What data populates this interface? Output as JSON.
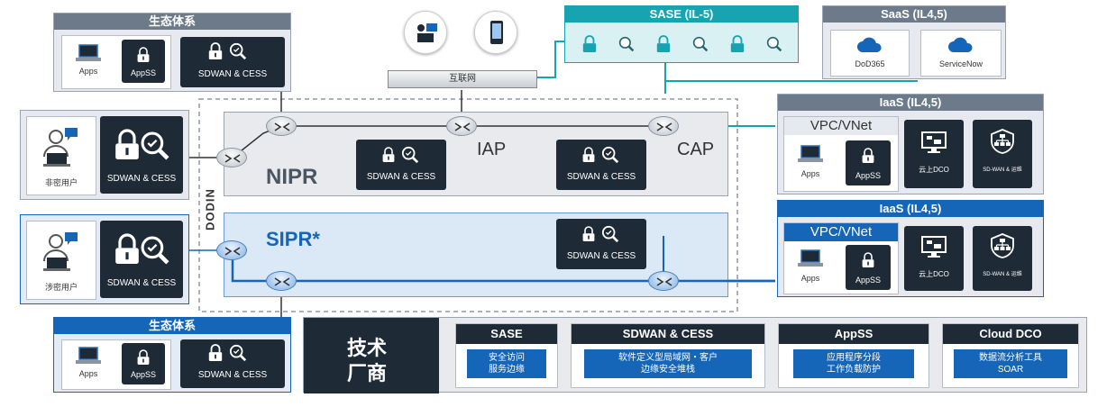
{
  "ecosystem_top": {
    "title": "生态体系",
    "apps_label": "Apps",
    "appss_label": "AppSS",
    "sdwan_label": "SDWAN & CESS"
  },
  "ecosystem_bottom": {
    "title": "生态体系",
    "apps_label": "Apps",
    "appss_label": "AppSS",
    "sdwan_label": "SDWAN & CESS"
  },
  "internet": {
    "label": "互联网"
  },
  "sase_top": {
    "title": "SASE (IL-5)"
  },
  "saas": {
    "title": "SaaS (IL4,5)",
    "services": [
      "DoD365",
      "ServiceNow"
    ]
  },
  "iaas_top": {
    "title": "IaaS (IL4,5)",
    "vpc_label": "VPC/VNet",
    "apps_label": "Apps",
    "appss_label": "AppSS",
    "dco_label": "云上DCO",
    "soc_label": "SD-WAN & 运维"
  },
  "iaas_bottom": {
    "title": "IaaS (IL4,5)",
    "vpc_label": "VPC/VNet",
    "apps_label": "Apps",
    "appss_label": "AppSS",
    "dco_label": "云上DCO",
    "soc_label": "SD-WAN & 运维"
  },
  "user_top": {
    "label": "非密用户",
    "sdwan_label": "SDWAN & CESS"
  },
  "user_bottom": {
    "label": "涉密用户",
    "sdwan_label": "SDWAN & CESS"
  },
  "dodin": {
    "label": "DODIN"
  },
  "nipr": {
    "label": "NIPR",
    "iap_label": "IAP",
    "cap_label": "CAP",
    "sdwan_iap": "SDWAN & CESS",
    "sdwan_cap": "SDWAN & CESS"
  },
  "sipr": {
    "label": "SIPR*",
    "sdwan_label": "SDWAN & CESS"
  },
  "vendors": {
    "title_line1": "技术",
    "title_line2": "厂商",
    "cards": [
      {
        "title": "SASE",
        "lines": [
          "安全访问",
          "服务边缘"
        ]
      },
      {
        "title": "SDWAN & CESS",
        "lines": [
          "软件定义型局域网・客户",
          "边缘安全堆栈"
        ]
      },
      {
        "title": "AppSS",
        "lines": [
          "应用程序分段",
          "工作负载防护"
        ]
      },
      {
        "title": "Cloud DCO",
        "lines": [
          "数据流分析工具",
          "SOAR"
        ]
      }
    ]
  },
  "icons": [
    "laptop-icon",
    "lock-icon",
    "magnifier-icon",
    "router-icon",
    "cloud-icon",
    "monitor-icon",
    "user-icon",
    "phone-icon",
    "shield-icon"
  ],
  "colors": {
    "teal": "#17a3b0",
    "blue": "#1565b8",
    "dark": "#1e2a36",
    "gray": "#6d7a8a"
  }
}
